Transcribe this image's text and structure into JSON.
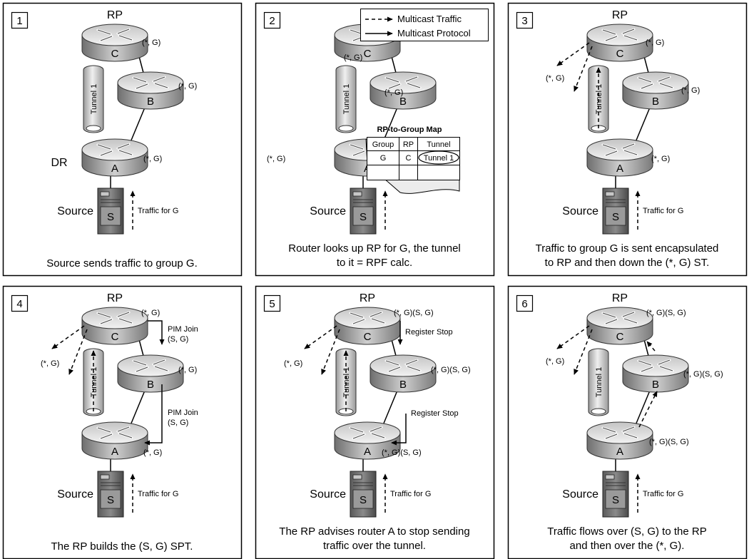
{
  "legend": {
    "multicast_traffic": "Multicast Traffic",
    "multicast_protocol": "Multicast Protocol"
  },
  "common": {
    "rp": "RP",
    "dr": "DR",
    "source": "Source",
    "tunnel": "Tunnel 1",
    "router_a": "A",
    "router_b": "B",
    "router_c": "C",
    "server_s": "S",
    "traffic_for_g": "Traffic for G",
    "star_g": "(*, G)",
    "star_g_s_g": "(*, G)(S, G)",
    "pim_join": [
      "PIM Join",
      "(S, G)"
    ],
    "register_stop": "Register Stop"
  },
  "rp_map": {
    "title": "RP-to-Group Map",
    "headers": [
      "Group",
      "RP",
      "Tunnel"
    ],
    "row": [
      "G",
      "C",
      "Tunnel 1"
    ]
  },
  "panels": [
    {
      "number": "1",
      "caption": [
        "Source sends traffic to group G."
      ]
    },
    {
      "number": "2",
      "caption": [
        "Router looks up RP for G, the tunnel",
        "to it = RPF calc."
      ]
    },
    {
      "number": "3",
      "caption": [
        "Traffic to group G is sent encapsulated",
        "to RP and then down the (*, G) ST."
      ]
    },
    {
      "number": "4",
      "caption": [
        "The RP builds the (S, G) SPT."
      ]
    },
    {
      "number": "5",
      "caption": [
        "The RP advises router A to stop sending",
        "traffic over the tunnel."
      ]
    },
    {
      "number": "6",
      "caption": [
        "Traffic flows over (S, G) to the RP",
        "and then over the (*, G)."
      ]
    }
  ]
}
